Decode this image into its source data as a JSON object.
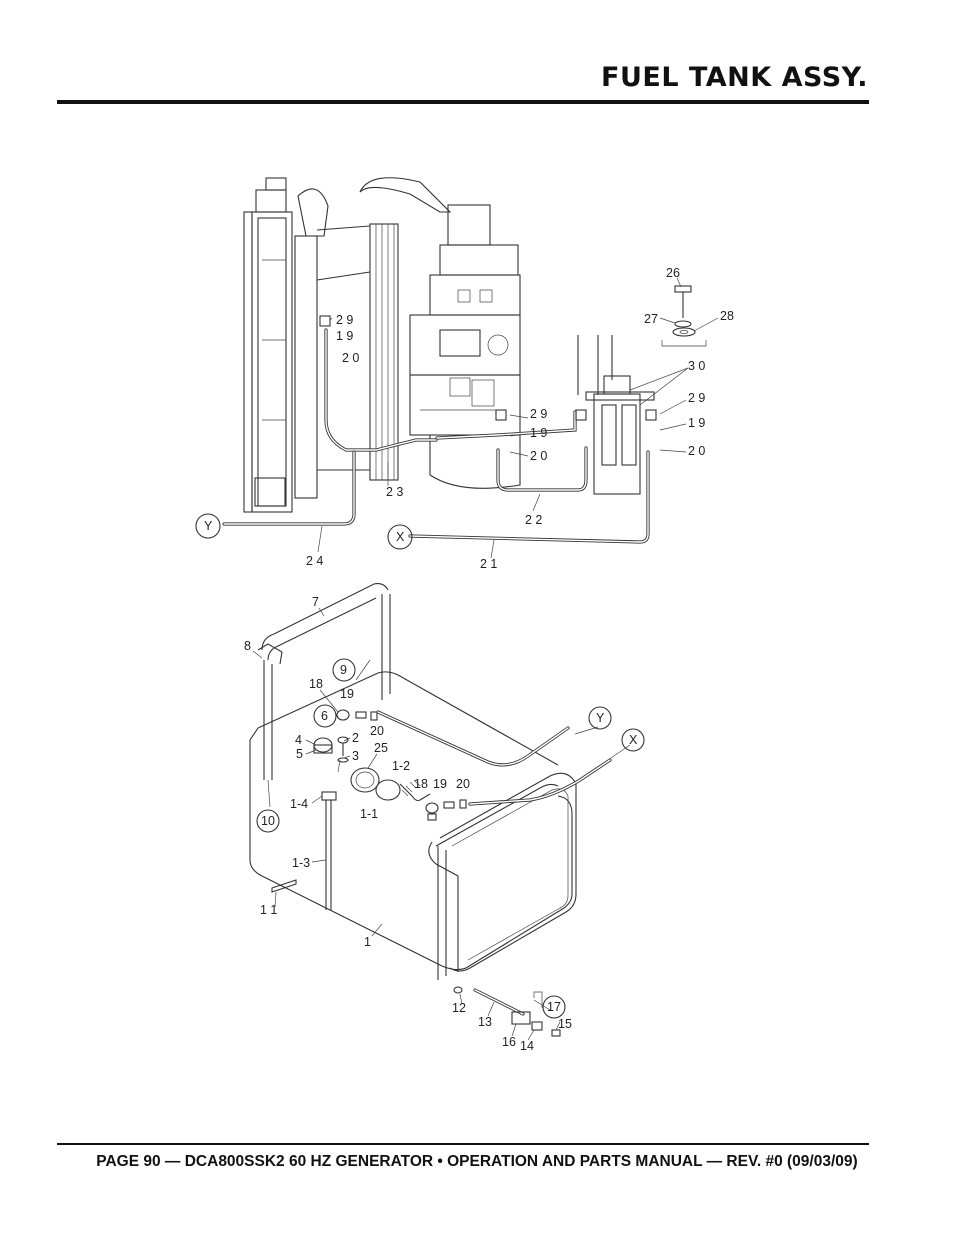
{
  "header": {
    "title": "FUEL TANK ASSY."
  },
  "footer": {
    "text": "PAGE 90 — DCA800SSK2 60 HZ GENERATOR • OPERATION AND PARTS MANUAL — REV. #0 (09/03/09)"
  },
  "callouts": {
    "c26": "26",
    "c27": "27",
    "c28": "28",
    "c30": "3 0",
    "c29a": "2 9",
    "c19a": "1 9",
    "c20a": "2 0",
    "c29b": "2 9",
    "c19b": "1 9",
    "c20b": "2 0",
    "c29c": "2 9",
    "c19c": "1 9",
    "c20c": "2 0",
    "c23": "2 3",
    "c22": "2 2",
    "c21": "2 1",
    "c24": "2 4",
    "cY1": "Y",
    "cX1": "X",
    "c7": "7",
    "c8": "8",
    "c9": "9",
    "c18a": "18",
    "c19d": "19",
    "c20d": "20",
    "c6": "6",
    "c4": "4",
    "c2": "2",
    "c5": "5",
    "c3": "3",
    "c25": "25",
    "cY2": "Y",
    "cX2": "X",
    "c1_2": "1-2",
    "c18b": "18",
    "c19e": "19",
    "c20e": "20",
    "c1_4": "1-4",
    "c10": "10",
    "c1_1": "1-1",
    "c1_3": "1-3",
    "c11": "1 1",
    "c1": "1",
    "c12": "12",
    "c13": "13",
    "c17": "17",
    "c15": "15",
    "c16": "16",
    "c14": "14"
  }
}
